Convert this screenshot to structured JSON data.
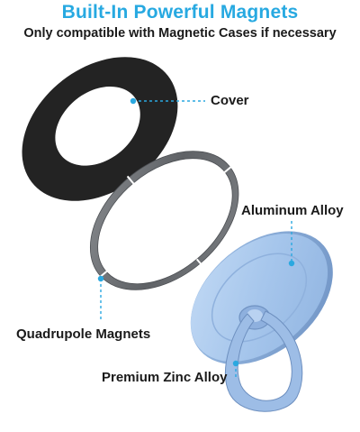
{
  "header": {
    "title": "Built-In Powerful Magnets",
    "subtitle": "Only compatible with Magnetic Cases if necessary"
  },
  "labels": {
    "cover": "Cover",
    "aluminum_alloy": "Aluminum Alloy",
    "quadrupole_magnets": "Quadrupole Magnets",
    "premium_zinc_alloy": "Premium Zinc Alloy"
  },
  "colors": {
    "title": "#27a9e1",
    "leader_lines": "#2aa8e0",
    "cover": "#222222",
    "magnet_ring": "#6b6e72",
    "plate": "#a9c8ec"
  }
}
